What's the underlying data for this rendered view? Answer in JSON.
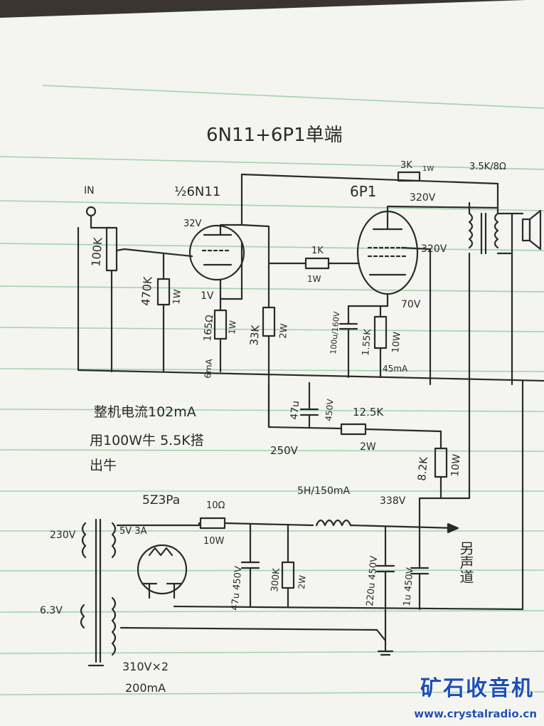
{
  "title": "6N11+6P1单端",
  "labels": {
    "input": "IN",
    "tube1": "½6N11",
    "tube2": "6P1",
    "pot": "100K",
    "r_grid": "470K",
    "r_grid_w": "1W",
    "v_plate1": "32V",
    "v_cath1": "1V",
    "r_cath1": "165Ω",
    "r_cath1_w": "1W",
    "i_tube1": "6mA",
    "r_plate1": "33K",
    "r_plate1_w": "2W",
    "r_grid2": "1K",
    "r_grid2_w": "1W",
    "r_fb": "3K",
    "r_fb_w": "1W",
    "otx": "3.5K/8Ω",
    "v_plate2": "320V",
    "v_screen2": "320V",
    "v_cath2": "70V",
    "c_cath2": "100u/160V",
    "r_cath2": "1.55K",
    "r_cath2_w": "10W",
    "i_tube2": "45mA",
    "c_dec": "47u",
    "c_dec_v": "450V",
    "r_dec": "12.5K",
    "r_dec_w": "2W",
    "v_b2": "250V",
    "r_drop": "8.2K",
    "r_drop_w": "10W",
    "note1": "整机电流102mA",
    "note2": "用100W牛 5.5K搭",
    "note3": "出牛",
    "rectifier": "5Z3Pa",
    "fil_rect": "5V 3A",
    "r_rect": "10Ω",
    "r_rect_w": "10W",
    "choke": "5H/150mA",
    "v_b1": "338V",
    "mains": "230V",
    "heater": "6.3V",
    "c1": "47u 450V",
    "r_bleed": "300K",
    "r_bleed_w": "2W",
    "c2": "220u 450V",
    "c3": "1u 450V",
    "other_ch": "另声道",
    "secondary": "310V×2",
    "secondary_i": "200mA"
  },
  "watermark": {
    "name": "矿石收音机",
    "url": "www.crystalradio.cn"
  },
  "colors": {
    "paper": "#f4f4f0",
    "rule": "#9fd4b0",
    "ink": "#2a2a2a",
    "watermark": "#1e4fb5"
  }
}
